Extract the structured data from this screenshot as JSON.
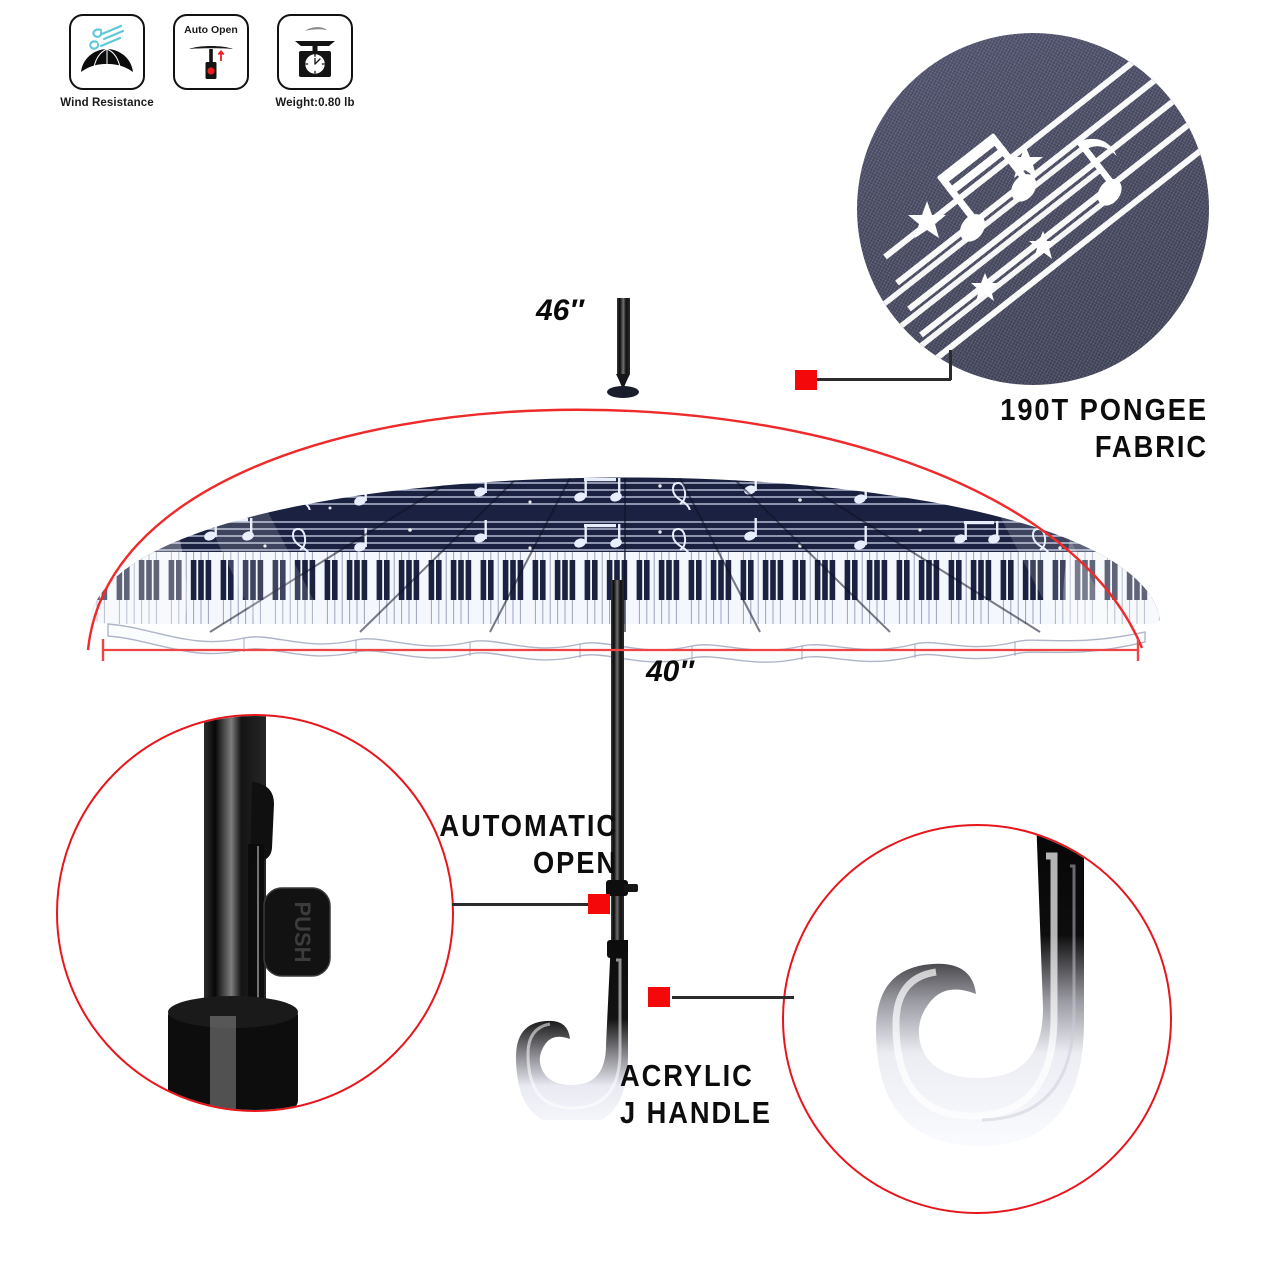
{
  "features": [
    {
      "id": "wind-resistance",
      "icon": "wind-umbrella-icon",
      "label": "Wind Resistance"
    },
    {
      "id": "auto-open",
      "icon": "auto-open-icon",
      "label": "",
      "inner_label": "Auto Open"
    },
    {
      "id": "weight",
      "icon": "kitchen-scale-icon",
      "label": "Weight:0.80 lb"
    }
  ],
  "dimensions": {
    "arc_label": "46″",
    "width_label": "40″"
  },
  "callouts": {
    "fabric": {
      "line1": "190T PONGEE",
      "line2": "FABRIC"
    },
    "auto_open": {
      "line1": "AUTOMATIC",
      "line2": "OPEN"
    },
    "handle": {
      "line1": "ACRYLIC",
      "line2": "J HANDLE"
    }
  },
  "details": {
    "push_button_text": "PUSH"
  },
  "colors": {
    "accent_red": "#e8161c",
    "marker_red": "#f5080a",
    "fabric_navy": "#1c2240",
    "fabric_swatch": "#53556f",
    "wind_icon_cyan": "#5ec8d8",
    "leader_dark": "#2b2b2b"
  }
}
